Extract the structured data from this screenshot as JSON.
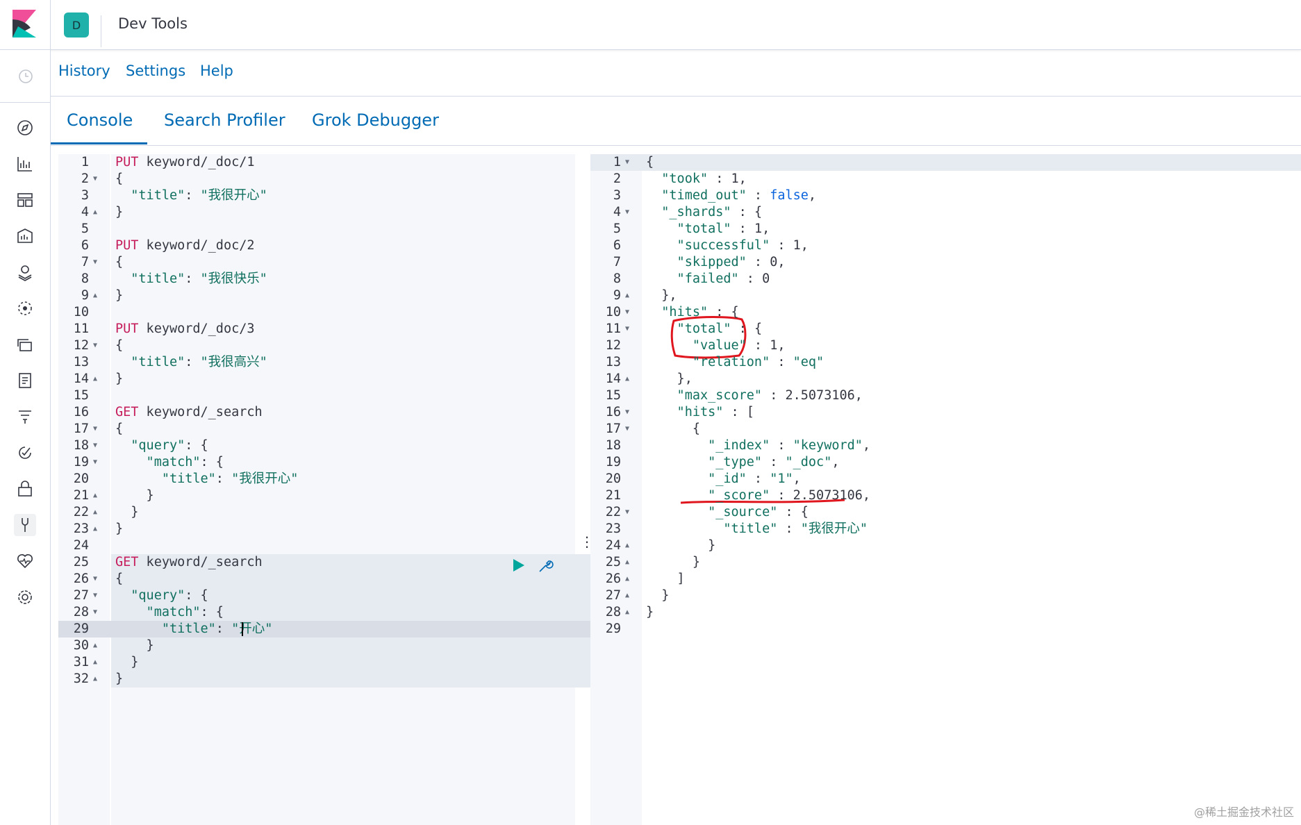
{
  "header": {
    "space_initial": "D",
    "app_title": "Dev Tools"
  },
  "topmenu": {
    "history": "History",
    "settings": "Settings",
    "help": "Help"
  },
  "tabs": [
    "Console",
    "Search Profiler",
    "Grok Debugger"
  ],
  "request_editor": {
    "lines": [
      [
        [
          "m",
          "PUT"
        ],
        [
          "url",
          " keyword/_doc/1"
        ]
      ],
      [
        [
          "p",
          "{"
        ]
      ],
      [
        [
          "k",
          "  \"title\""
        ],
        [
          "p",
          ": "
        ],
        [
          "s",
          "\"我很开心\""
        ]
      ],
      [
        [
          "p",
          "}"
        ]
      ],
      [],
      [
        [
          "m",
          "PUT"
        ],
        [
          "url",
          " keyword/_doc/2"
        ]
      ],
      [
        [
          "p",
          "{"
        ]
      ],
      [
        [
          "k",
          "  \"title\""
        ],
        [
          "p",
          ": "
        ],
        [
          "s",
          "\"我很快乐\""
        ]
      ],
      [
        [
          "p",
          "}"
        ]
      ],
      [],
      [
        [
          "m",
          "PUT"
        ],
        [
          "url",
          " keyword/_doc/3"
        ]
      ],
      [
        [
          "p",
          "{"
        ]
      ],
      [
        [
          "k",
          "  \"title\""
        ],
        [
          "p",
          ": "
        ],
        [
          "s",
          "\"我很高兴\""
        ]
      ],
      [
        [
          "p",
          "}"
        ]
      ],
      [],
      [
        [
          "m",
          "GET"
        ],
        [
          "url",
          " keyword/_search"
        ]
      ],
      [
        [
          "p",
          "{"
        ]
      ],
      [
        [
          "k",
          "  \"query\""
        ],
        [
          "p",
          ": {"
        ]
      ],
      [
        [
          "k",
          "    \"match\""
        ],
        [
          "p",
          ": {"
        ]
      ],
      [
        [
          "k",
          "      \"title\""
        ],
        [
          "p",
          ": "
        ],
        [
          "s",
          "\"我很开心\""
        ]
      ],
      [
        [
          "p",
          "    }"
        ]
      ],
      [
        [
          "p",
          "  }"
        ]
      ],
      [
        [
          "p",
          "}"
        ]
      ],
      [],
      [
        [
          "m",
          "GET"
        ],
        [
          "url",
          " keyword/_search"
        ]
      ],
      [
        [
          "p",
          "{"
        ]
      ],
      [
        [
          "k",
          "  \"query\""
        ],
        [
          "p",
          ": {"
        ]
      ],
      [
        [
          "k",
          "    \"match\""
        ],
        [
          "p",
          ": {"
        ]
      ],
      [
        [
          "k",
          "      \"title\""
        ],
        [
          "p",
          ": "
        ],
        [
          "s",
          "\"开心\""
        ]
      ],
      [
        [
          "p",
          "    }"
        ]
      ],
      [
        [
          "p",
          "  }"
        ]
      ],
      [
        [
          "p",
          "}"
        ]
      ]
    ],
    "folds": {
      "2": "down",
      "4": "up",
      "7": "down",
      "9": "up",
      "12": "down",
      "14": "up",
      "17": "down",
      "18": "down",
      "19": "down",
      "21": "up",
      "22": "up",
      "23": "up",
      "26": "down",
      "27": "down",
      "28": "down",
      "30": "up",
      "31": "up",
      "32": "up"
    }
  },
  "response_editor": {
    "lines": [
      [
        [
          "p",
          "{"
        ]
      ],
      [
        [
          "k",
          "  \"took\""
        ],
        [
          "p",
          " : "
        ],
        [
          "n",
          "1"
        ],
        [
          "p",
          ","
        ]
      ],
      [
        [
          "k",
          "  \"timed_out\""
        ],
        [
          "p",
          " : "
        ],
        [
          "b",
          "false"
        ],
        [
          "p",
          ","
        ]
      ],
      [
        [
          "k",
          "  \"_shards\""
        ],
        [
          "p",
          " : {"
        ]
      ],
      [
        [
          "k",
          "    \"total\""
        ],
        [
          "p",
          " : "
        ],
        [
          "n",
          "1"
        ],
        [
          "p",
          ","
        ]
      ],
      [
        [
          "k",
          "    \"successful\""
        ],
        [
          "p",
          " : "
        ],
        [
          "n",
          "1"
        ],
        [
          "p",
          ","
        ]
      ],
      [
        [
          "k",
          "    \"skipped\""
        ],
        [
          "p",
          " : "
        ],
        [
          "n",
          "0"
        ],
        [
          "p",
          ","
        ]
      ],
      [
        [
          "k",
          "    \"failed\""
        ],
        [
          "p",
          " : "
        ],
        [
          "n",
          "0"
        ]
      ],
      [
        [
          "p",
          "  },"
        ]
      ],
      [
        [
          "k",
          "  \"hits\""
        ],
        [
          "p",
          " : {"
        ]
      ],
      [
        [
          "k",
          "    \"total\""
        ],
        [
          "p",
          " : {"
        ]
      ],
      [
        [
          "k",
          "      \"value\""
        ],
        [
          "p",
          " : "
        ],
        [
          "n",
          "1"
        ],
        [
          "p",
          ","
        ]
      ],
      [
        [
          "k",
          "      \"relation\""
        ],
        [
          "p",
          " : "
        ],
        [
          "s",
          "\"eq\""
        ]
      ],
      [
        [
          "p",
          "    },"
        ]
      ],
      [
        [
          "k",
          "    \"max_score\""
        ],
        [
          "p",
          " : "
        ],
        [
          "n",
          "2.5073106"
        ],
        [
          "p",
          ","
        ]
      ],
      [
        [
          "k",
          "    \"hits\""
        ],
        [
          "p",
          " : ["
        ]
      ],
      [
        [
          "p",
          "      {"
        ]
      ],
      [
        [
          "k",
          "        \"_index\""
        ],
        [
          "p",
          " : "
        ],
        [
          "s",
          "\"keyword\""
        ],
        [
          "p",
          ","
        ]
      ],
      [
        [
          "k",
          "        \"_type\""
        ],
        [
          "p",
          " : "
        ],
        [
          "s",
          "\"_doc\""
        ],
        [
          "p",
          ","
        ]
      ],
      [
        [
          "k",
          "        \"_id\""
        ],
        [
          "p",
          " : "
        ],
        [
          "s",
          "\"1\""
        ],
        [
          "p",
          ","
        ]
      ],
      [
        [
          "k",
          "        \"_score\""
        ],
        [
          "p",
          " : "
        ],
        [
          "n",
          "2.5073106"
        ],
        [
          "p",
          ","
        ]
      ],
      [
        [
          "k",
          "        \"_source\""
        ],
        [
          "p",
          " : {"
        ]
      ],
      [
        [
          "k",
          "          \"title\""
        ],
        [
          "p",
          " : "
        ],
        [
          "s",
          "\"我很开心\""
        ]
      ],
      [
        [
          "p",
          "        }"
        ]
      ],
      [
        [
          "p",
          "      }"
        ]
      ],
      [
        [
          "p",
          "    ]"
        ]
      ],
      [
        [
          "p",
          "  }"
        ]
      ],
      [
        [
          "p",
          "}"
        ]
      ],
      []
    ],
    "folds": {
      "1": "down",
      "4": "down",
      "9": "up",
      "10": "down",
      "11": "down",
      "14": "up",
      "16": "down",
      "17": "down",
      "22": "down",
      "24": "up",
      "25": "up",
      "26": "up",
      "27": "up",
      "28": "up"
    }
  },
  "watermark": "@稀土掘金技术社区",
  "colors": {
    "accent": "#006bb4",
    "avatar": "#20b2aa",
    "method": "#c61e5c",
    "key": "#11705f",
    "boolean": "#0b64dd",
    "annotation": "#e0161f"
  }
}
